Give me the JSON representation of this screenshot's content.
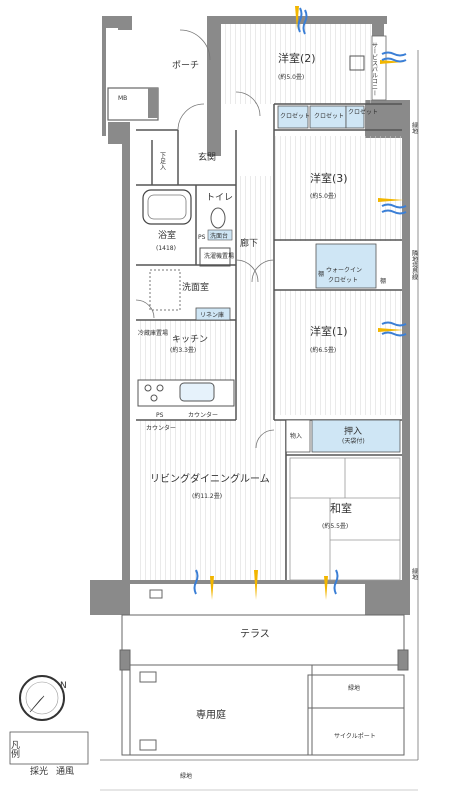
{
  "rooms": {
    "porch": "ポーチ",
    "mb": "MB",
    "genkan": "玄関",
    "shoes": "下足入",
    "toilet": "トイレ",
    "bath": "浴室",
    "bath_size": "(1418)",
    "ps_upper": "PS",
    "washroom": "洗面室",
    "washstand": "洗面台",
    "linen": "リネン庫",
    "laundry": "洗濯機置場",
    "fridge": "冷蔵庫置場",
    "kitchen": "キッチン",
    "kitchen_size": "(約3.3畳)",
    "ps_lower": "PS",
    "counter": "カウンター",
    "counter2": "カウンター",
    "corridor": "廊下",
    "yoshitsu2": "洋室(2)",
    "yoshitsu2_size": "(約5.0畳)",
    "closet_a": "クロゼット",
    "closet_b": "クロゼット",
    "closet_c": "クロゼット",
    "yoshitsu3": "洋室(3)",
    "yoshitsu3_size": "(約5.0畳)",
    "walkin1": "ウォークイン",
    "walkin2": "クロゼット",
    "shelf1": "棚",
    "shelf2": "棚",
    "yoshitsu1": "洋室(1)",
    "yoshitsu1_size": "(約6.5畳)",
    "monoire": "物入",
    "oshiire": "押入",
    "oshiire_sub": "(天袋付)",
    "washitsu": "和室",
    "washitsu_size": "(約5.5畳)",
    "living": "リビングダイニングルーム",
    "living_size": "(約11.2畳)",
    "terrace": "テラス",
    "garden": "専用庭",
    "green_top": "緑地",
    "green_bottom": "緑地",
    "cycle": "サイクルポート",
    "service_balcony": "サービスバルコニー"
  },
  "side_labels": {
    "right_green1": "緑地",
    "right_neighbor": "隣地境界線",
    "right_green2": "緑地"
  },
  "legend": {
    "title": "凡例",
    "light": "採光",
    "wind": "通風"
  },
  "compass": {
    "letter": "N"
  },
  "colors": {
    "wall": "#8a8a8a",
    "wall_dark": "#6f6f6f",
    "floor_line": "#cfcfcf",
    "storage": "#cfe6f5",
    "light_arrow": "#f2b600",
    "wind_arrow": "#3b7fd6"
  }
}
